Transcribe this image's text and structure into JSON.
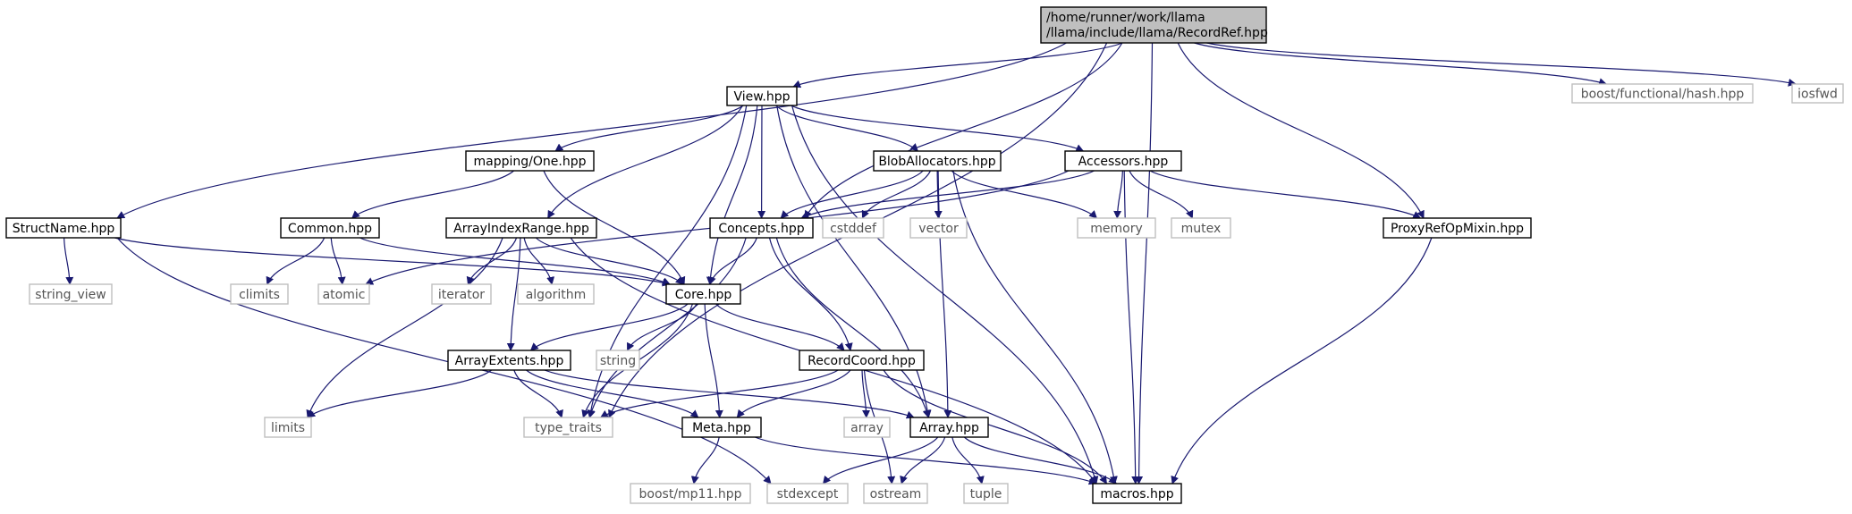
{
  "graph": {
    "edge_color": "#191970",
    "nodes": {
      "recordref": {
        "label": "/home/runner/work/llama\n/llama/include/llama/RecordRef.hpp",
        "kind": "main"
      },
      "view": {
        "label": "View.hpp",
        "kind": "local"
      },
      "hash": {
        "label": "boost/functional/hash.hpp",
        "kind": "system"
      },
      "iosfwd": {
        "label": "iosfwd",
        "kind": "system"
      },
      "mappingone": {
        "label": "mapping/One.hpp",
        "kind": "local"
      },
      "bloballoc": {
        "label": "BlobAllocators.hpp",
        "kind": "local"
      },
      "accessors": {
        "label": "Accessors.hpp",
        "kind": "local"
      },
      "structname": {
        "label": "StructName.hpp",
        "kind": "local"
      },
      "common": {
        "label": "Common.hpp",
        "kind": "local"
      },
      "arrayindexrange": {
        "label": "ArrayIndexRange.hpp",
        "kind": "local"
      },
      "concepts": {
        "label": "Concepts.hpp",
        "kind": "local"
      },
      "cstddef": {
        "label": "cstddef",
        "kind": "system"
      },
      "vector": {
        "label": "vector",
        "kind": "system"
      },
      "memory": {
        "label": "memory",
        "kind": "system"
      },
      "mutex": {
        "label": "mutex",
        "kind": "system"
      },
      "proxyref": {
        "label": "ProxyRefOpMixin.hpp",
        "kind": "local"
      },
      "string_view": {
        "label": "string_view",
        "kind": "system"
      },
      "climits": {
        "label": "climits",
        "kind": "system"
      },
      "atomic": {
        "label": "atomic",
        "kind": "system"
      },
      "iterator": {
        "label": "iterator",
        "kind": "system"
      },
      "algorithm": {
        "label": "algorithm",
        "kind": "system"
      },
      "core": {
        "label": "Core.hpp",
        "kind": "local"
      },
      "string": {
        "label": "string",
        "kind": "system"
      },
      "arrayextents": {
        "label": "ArrayExtents.hpp",
        "kind": "local"
      },
      "recordcoord": {
        "label": "RecordCoord.hpp",
        "kind": "local"
      },
      "limits": {
        "label": "limits",
        "kind": "system"
      },
      "type_traits": {
        "label": "type_traits",
        "kind": "system"
      },
      "meta": {
        "label": "Meta.hpp",
        "kind": "local"
      },
      "array_std": {
        "label": "array",
        "kind": "system"
      },
      "array": {
        "label": "Array.hpp",
        "kind": "local"
      },
      "mp11": {
        "label": "boost/mp11.hpp",
        "kind": "system"
      },
      "stdexcept": {
        "label": "stdexcept",
        "kind": "system"
      },
      "ostream": {
        "label": "ostream",
        "kind": "system"
      },
      "tuple": {
        "label": "tuple",
        "kind": "system"
      },
      "macros": {
        "label": "macros.hpp",
        "kind": "local"
      }
    },
    "edges": [
      [
        "recordref",
        "view"
      ],
      [
        "recordref",
        "structname"
      ],
      [
        "recordref",
        "type_traits"
      ],
      [
        "recordref",
        "concepts"
      ],
      [
        "recordref",
        "proxyref"
      ],
      [
        "recordref",
        "hash"
      ],
      [
        "recordref",
        "iosfwd"
      ],
      [
        "recordref",
        "macros"
      ],
      [
        "view",
        "mappingone"
      ],
      [
        "view",
        "bloballoc"
      ],
      [
        "view",
        "accessors"
      ],
      [
        "view",
        "arrayindexrange"
      ],
      [
        "view",
        "concepts"
      ],
      [
        "view",
        "core"
      ],
      [
        "view",
        "type_traits"
      ],
      [
        "view",
        "array"
      ],
      [
        "view",
        "macros"
      ],
      [
        "mappingone",
        "common"
      ],
      [
        "mappingone",
        "core"
      ],
      [
        "bloballoc",
        "concepts"
      ],
      [
        "bloballoc",
        "cstddef"
      ],
      [
        "bloballoc",
        "vector"
      ],
      [
        "bloballoc",
        "memory"
      ],
      [
        "bloballoc",
        "array"
      ],
      [
        "bloballoc",
        "macros"
      ],
      [
        "accessors",
        "concepts"
      ],
      [
        "accessors",
        "memory"
      ],
      [
        "accessors",
        "mutex"
      ],
      [
        "accessors",
        "atomic"
      ],
      [
        "accessors",
        "proxyref"
      ],
      [
        "accessors",
        "macros"
      ],
      [
        "structname",
        "string_view"
      ],
      [
        "structname",
        "core"
      ],
      [
        "structname",
        "stdexcept"
      ],
      [
        "common",
        "climits"
      ],
      [
        "common",
        "atomic"
      ],
      [
        "common",
        "core"
      ],
      [
        "arrayindexrange",
        "iterator"
      ],
      [
        "arrayindexrange",
        "algorithm"
      ],
      [
        "arrayindexrange",
        "core"
      ],
      [
        "arrayindexrange",
        "arrayextents"
      ],
      [
        "arrayindexrange",
        "limits"
      ],
      [
        "arrayindexrange",
        "macros"
      ],
      [
        "concepts",
        "core"
      ],
      [
        "concepts",
        "recordcoord"
      ],
      [
        "concepts",
        "array"
      ],
      [
        "concepts",
        "type_traits"
      ],
      [
        "core",
        "string"
      ],
      [
        "core",
        "arrayextents"
      ],
      [
        "core",
        "recordcoord"
      ],
      [
        "core",
        "meta"
      ],
      [
        "core",
        "type_traits"
      ],
      [
        "arrayextents",
        "limits"
      ],
      [
        "arrayextents",
        "type_traits"
      ],
      [
        "arrayextents",
        "meta"
      ],
      [
        "arrayextents",
        "array"
      ],
      [
        "recordcoord",
        "type_traits"
      ],
      [
        "recordcoord",
        "meta"
      ],
      [
        "recordcoord",
        "array_std"
      ],
      [
        "recordcoord",
        "ostream"
      ],
      [
        "recordcoord",
        "macros"
      ],
      [
        "meta",
        "mp11"
      ],
      [
        "meta",
        "macros"
      ],
      [
        "array",
        "stdexcept"
      ],
      [
        "array",
        "ostream"
      ],
      [
        "array",
        "tuple"
      ],
      [
        "array",
        "macros"
      ],
      [
        "proxyref",
        "macros"
      ]
    ]
  }
}
